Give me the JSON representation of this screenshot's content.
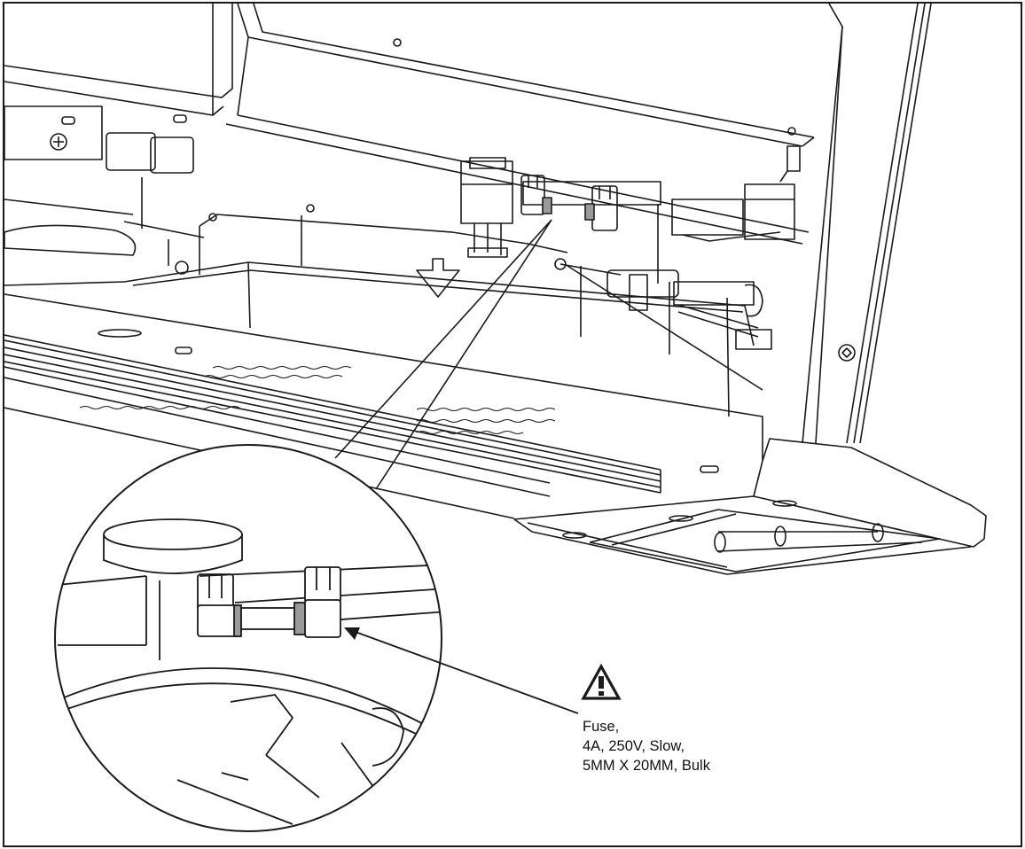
{
  "figure": {
    "callout": {
      "warning_icon": "warning-triangle-icon",
      "lines": [
        "Fuse,",
        "4A, 250V, Slow,",
        "5MM X 20MM, Bulk"
      ]
    }
  },
  "colors": {
    "line": "#1a1a1a",
    "band": "#9a9a9a",
    "background": "#ffffff"
  }
}
